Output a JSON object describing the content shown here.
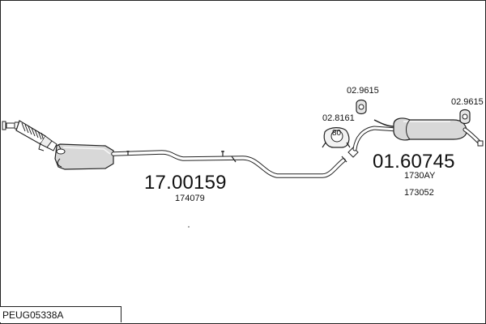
{
  "diagram": {
    "front_section": {
      "part_number": "17.00159",
      "sub_number": "174079"
    },
    "rear_section": {
      "part_number": "01.60745",
      "sub_numbers": [
        "1730AY",
        "173052"
      ]
    },
    "clamp": {
      "part_number": "02.8161",
      "icon_text": "80"
    },
    "rubber_mount_left": {
      "part_number": "02.9615"
    },
    "rubber_mount_right": {
      "part_number": "02.9615"
    },
    "reference_code": "PEUG05338A"
  }
}
